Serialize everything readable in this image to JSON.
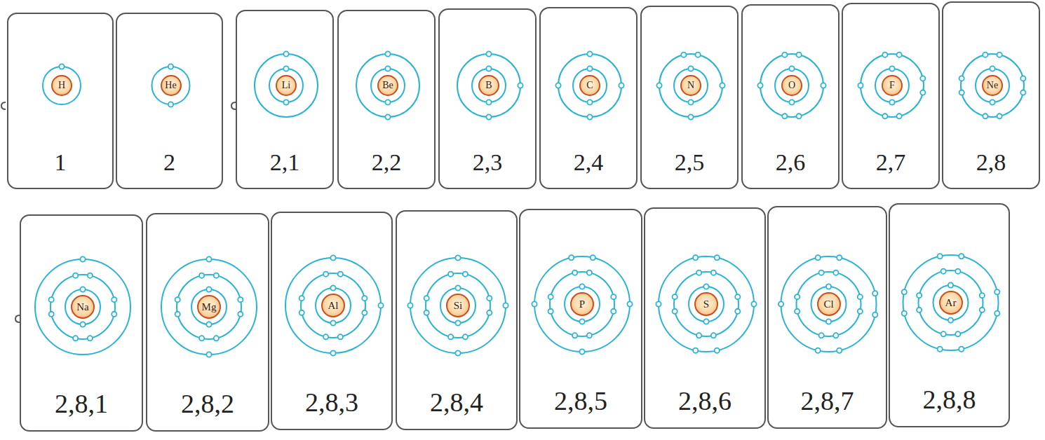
{
  "diagram": {
    "nodes": [
      {
        "text": [
          "1"
        ]
      },
      {
        "text": [
          "H"
        ],
        "in": 0
      },
      {
        "text": [
          "2"
        ]
      },
      {
        "text": [
          "He"
        ],
        "in": 2
      },
      {
        "text": [
          "2,1"
        ]
      },
      {
        "text": [
          "Li"
        ],
        "in": 4
      },
      {
        "text": [
          "2,2"
        ]
      },
      {
        "text": [
          "Be"
        ],
        "in": 6
      },
      {
        "text": [
          "2,3"
        ]
      },
      {
        "text": [
          "B"
        ],
        "in": 8
      },
      {
        "text": [
          "2,4"
        ]
      },
      {
        "text": [
          "C"
        ],
        "in": 10
      },
      {
        "text": [
          "2,5"
        ]
      },
      {
        "text": [
          "N"
        ],
        "in": 12
      },
      {
        "text": [
          "2,6"
        ]
      },
      {
        "text": [
          "O"
        ],
        "in": 14
      },
      {
        "text": [
          "2,7"
        ]
      },
      {
        "text": [
          "F"
        ],
        "in": 16
      },
      {
        "text": [
          "2,8"
        ]
      },
      {
        "text": [
          "Ne"
        ],
        "in": 18
      },
      {
        "text": [
          "2,8,1"
        ]
      },
      {
        "text": [
          "Na"
        ],
        "in": 20
      },
      {
        "text": [
          "2,8,2"
        ]
      },
      {
        "text": [
          "Mg"
        ],
        "in": 22
      },
      {
        "text": [
          "2,8,3"
        ]
      },
      {
        "text": [
          "Al"
        ],
        "in": 24
      },
      {
        "text": [
          "2,8,4"
        ]
      },
      {
        "text": [
          "Si"
        ],
        "in": 26
      },
      {
        "text": [
          "2,8,5"
        ]
      },
      {
        "text": [
          "P"
        ],
        "in": 28
      },
      {
        "text": [
          "2,8,6"
        ]
      },
      {
        "text": [
          "S"
        ],
        "in": 30
      },
      {
        "text": [
          "2,8,7"
        ]
      },
      {
        "text": [
          "Cl"
        ],
        "in": 32
      },
      {
        "text": [
          "2,8,8"
        ]
      },
      {
        "text": [
          "Ar"
        ],
        "in": 34
      }
    ]
  }
}
